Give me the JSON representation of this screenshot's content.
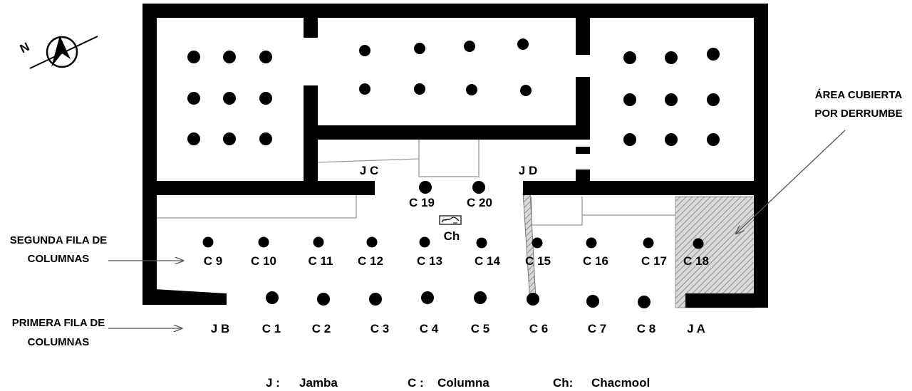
{
  "north_label": "N",
  "notes": {
    "covered_area": [
      "ÁREA CUBIERTA",
      "POR DERRUMBE"
    ],
    "second_row": [
      "SEGUNDA FILA DE",
      "COLUMNAS"
    ],
    "first_row": [
      "PRIMERA FILA DE",
      "COLUMNAS"
    ]
  },
  "jambs": [
    "J C",
    "J D",
    "J B",
    "J A"
  ],
  "columns": {
    "back": [
      "C 19",
      "C 20"
    ],
    "second_row": [
      "C 9",
      "C 10",
      "C 11",
      "C 12",
      "C 13",
      "C 14",
      "C 15",
      "C 16",
      "C 17",
      "C 18"
    ],
    "first_row": [
      "C 1",
      "C 2",
      "C 3",
      "C 4",
      "C 5",
      "C 6",
      "C 7",
      "C 8"
    ]
  },
  "chacmool_label": "Ch",
  "legend": [
    {
      "key": "J :",
      "value": "Jamba"
    },
    {
      "key": "C :",
      "value": "Columna"
    },
    {
      "key": "Ch:",
      "value": "Chacmool"
    }
  ]
}
